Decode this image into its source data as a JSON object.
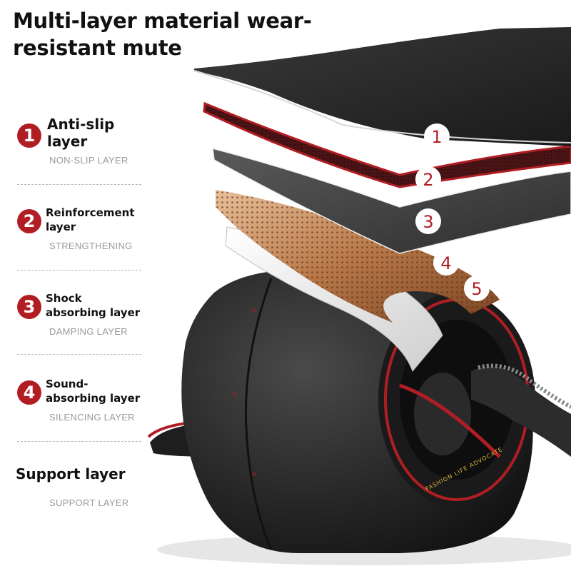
{
  "header": {
    "title": "Multi-layer material wear-resistant mute"
  },
  "layers": [
    {
      "number": "1",
      "title_line1": "Anti-slip",
      "title_line2": "layer",
      "subtitle": "NON-SLIP LAYER"
    },
    {
      "number": "2",
      "title_line1": "Reinforcement",
      "title_line2": "layer",
      "subtitle": "STRENGTHENING"
    },
    {
      "number": "3",
      "title_line1": "Shock",
      "title_line2": "absorbing layer",
      "subtitle": "DAMPING LAYER"
    },
    {
      "number": "4",
      "title_line1": "Sound-",
      "title_line2": "absorbing layer",
      "subtitle": "SILENCING LAYER"
    }
  ],
  "support": {
    "title": "Support layer",
    "subtitle": "SUPPORT LAYER"
  },
  "product": {
    "callouts": [
      "1",
      "2",
      "3",
      "4",
      "5"
    ],
    "rim_text": "FASHION LIFE ADVOCATE"
  },
  "colors": {
    "accent": "#b01e24",
    "text": "#111111",
    "subtext": "#9a9a9a",
    "wheel": "#2a2a2a"
  }
}
